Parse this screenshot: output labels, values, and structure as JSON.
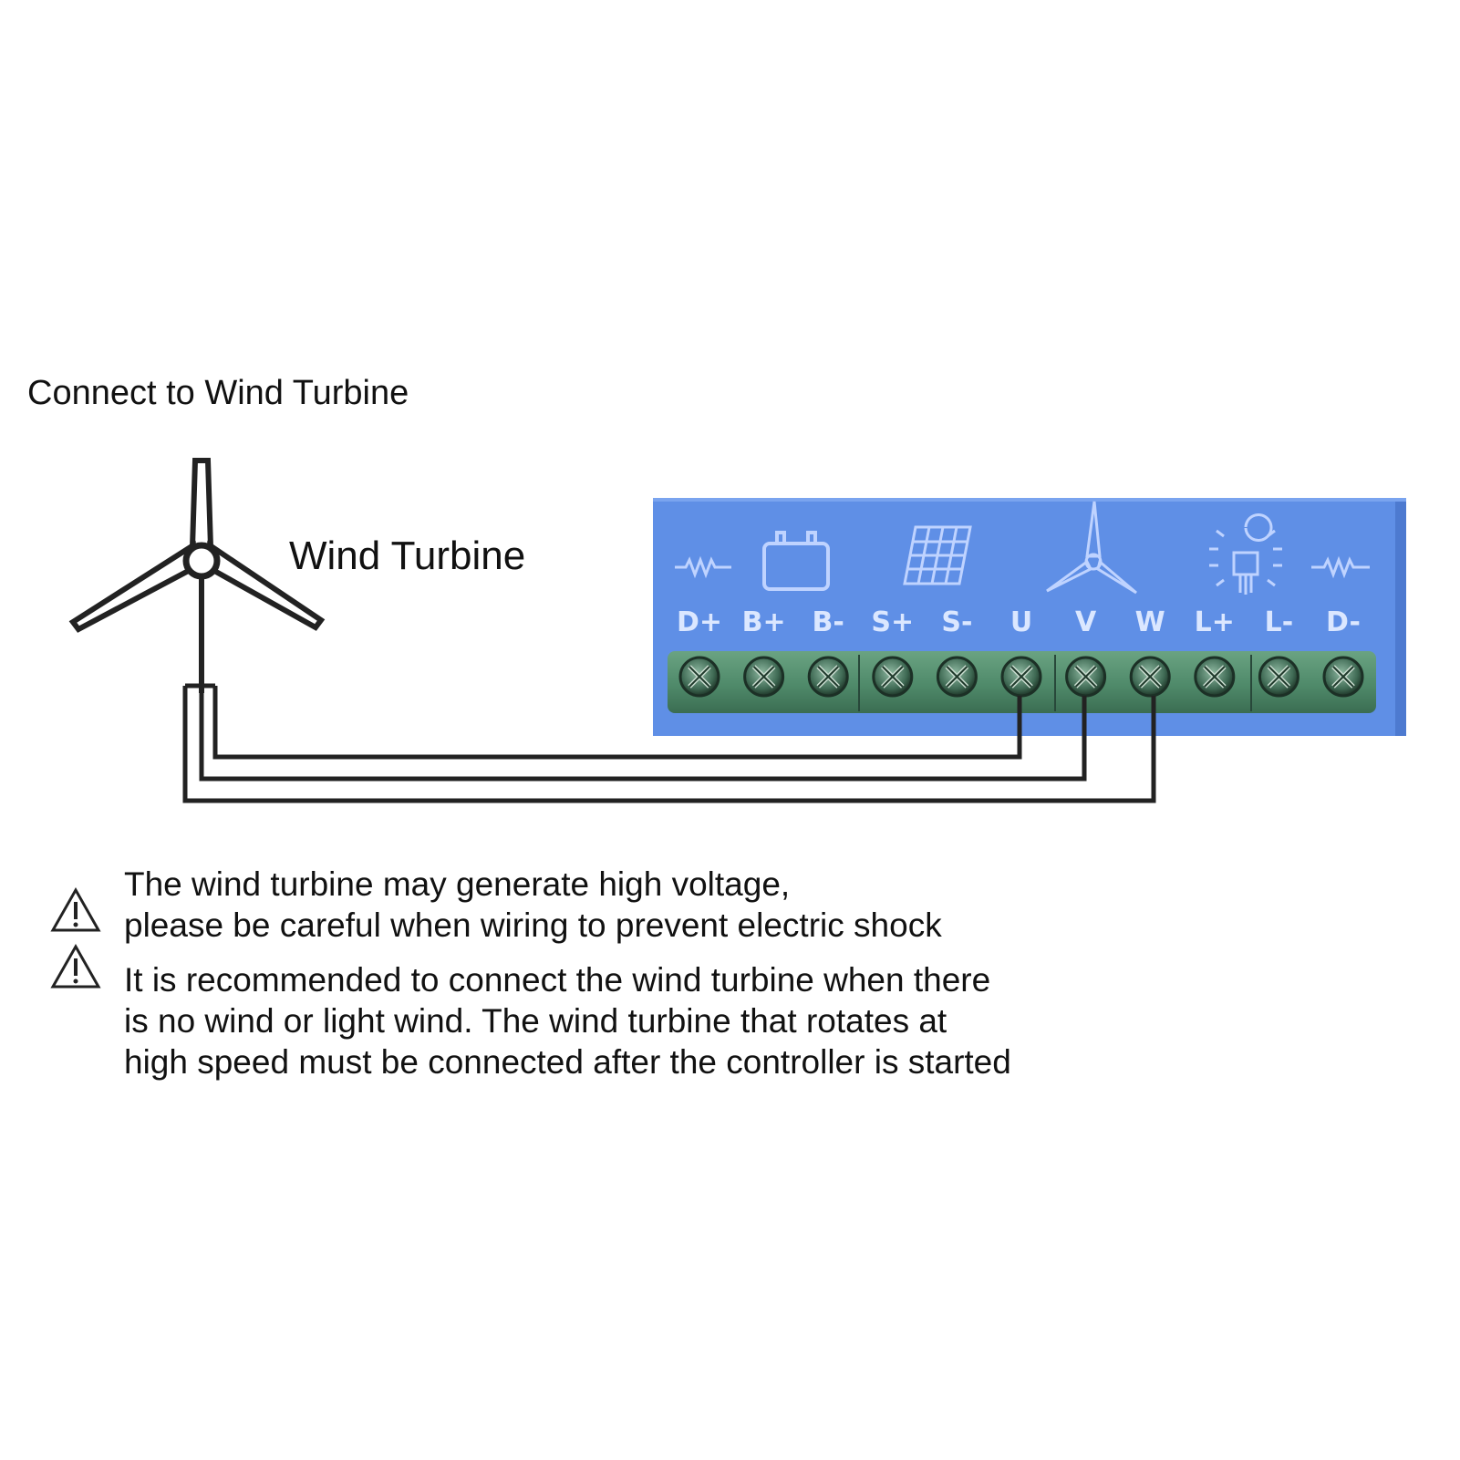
{
  "heading": "Connect to Wind Turbine",
  "turbine_label": "Wind Turbine",
  "controller": {
    "terminals": [
      "D+",
      "B+",
      "B-",
      "S+",
      "S-",
      "U",
      "V",
      "W",
      "L+",
      "L-",
      "D-"
    ],
    "connected_terminals": [
      "U",
      "V",
      "W"
    ],
    "panel_icons": [
      "resistor-icon",
      "battery-icon",
      "solar-panel-icon",
      "wind-turbine-icon",
      "light-bulb-icon",
      "resistor-icon"
    ],
    "colors": {
      "panel": "#5f8fe6",
      "terminal_block": "#4f8a6a",
      "wire": "#222222"
    }
  },
  "warnings": [
    {
      "icon": "warning-icon",
      "lines": [
        "The wind turbine may generate high voltage,",
        "please be careful when wiring to prevent electric shock"
      ]
    },
    {
      "icon": "warning-icon",
      "lines": [
        "It is recommended to connect the wind turbine when there",
        "is no wind or light wind. The wind turbine that rotates at",
        "high speed must be connected after the controller is started"
      ]
    }
  ]
}
